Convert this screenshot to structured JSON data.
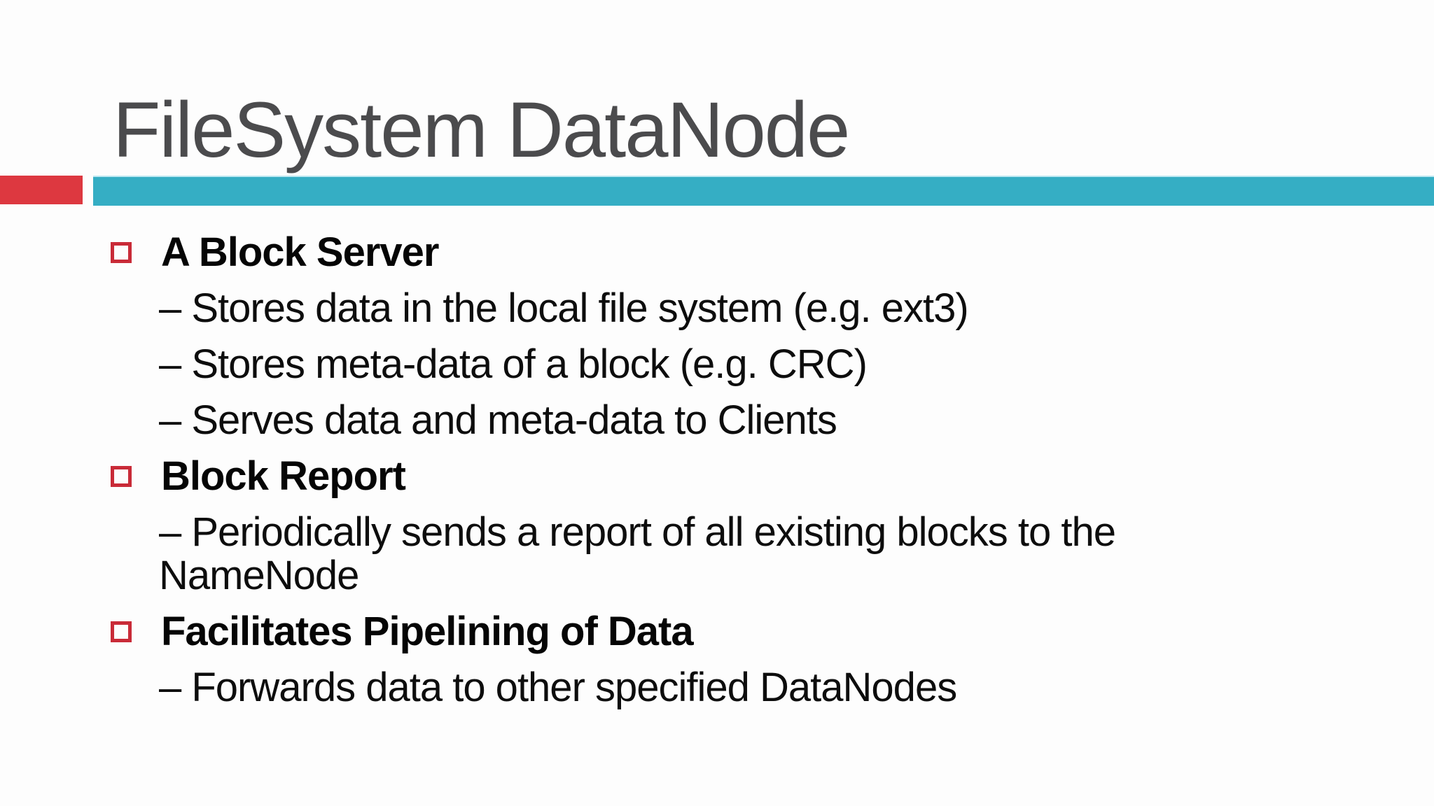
{
  "slide": {
    "title": "FileSystem DataNode",
    "sections": [
      {
        "title": "A Block Server",
        "subs": [
          {
            "lines": [
              "– Stores data in the local file system (e.g. ext3)"
            ]
          },
          {
            "lines": [
              "– Stores meta-data of a block (e.g. CRC)"
            ]
          },
          {
            "lines": [
              "– Serves data and meta-data to Clients"
            ]
          }
        ]
      },
      {
        "title": "Block Report",
        "subs": [
          {
            "lines": [
              "– Periodically sends a report of all existing blocks to the",
              "NameNode"
            ]
          }
        ]
      },
      {
        "title": "Facilitates Pipelining of Data",
        "subs": [
          {
            "lines": [
              "– Forwards data to other specified DataNodes"
            ]
          }
        ]
      }
    ]
  },
  "icons": {
    "bullet": "red-outline-square-icon"
  },
  "colors": {
    "background": "#fdfdfd",
    "title_text": "#4b4b4d",
    "body_text": "#0d0d0d",
    "accent_red_bar": "#dd3840",
    "accent_teal_bar": "#35aec4",
    "bullet_outline_red": "#c92b38"
  }
}
